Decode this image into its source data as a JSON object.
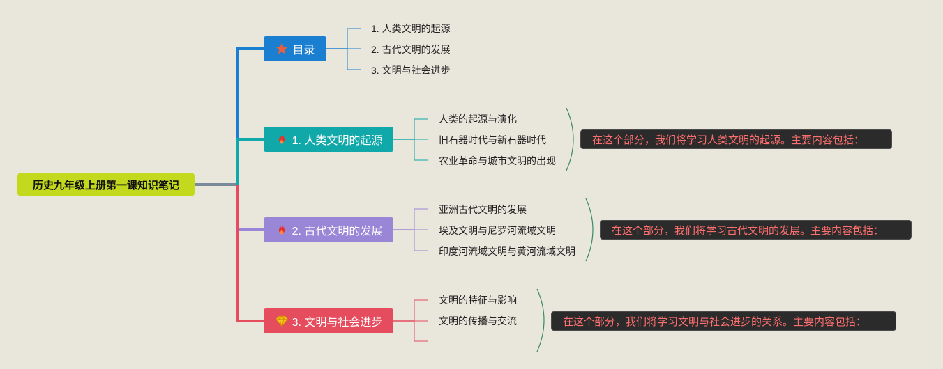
{
  "colors": {
    "background": "#e9e6dc",
    "root": "#c3d91e",
    "branch_toc": "#1a7fd0",
    "branch_1": "#10a8a8",
    "branch_2": "#9a86d6",
    "branch_3": "#e54c5e",
    "note_bg": "#2b2b2b",
    "note_text": "#ff6f6f"
  },
  "root": {
    "label": "历史九年级上册第一课知识笔记"
  },
  "branches": [
    {
      "label": "目录",
      "icon": "star-icon",
      "items": [
        "1. 人类文明的起源",
        "2. 古代文明的发展",
        "3. 文明与社会进步"
      ]
    },
    {
      "label": "1. 人类文明的起源",
      "icon": "fire-icon",
      "items": [
        "人类的起源与演化",
        "旧石器时代与新石器时代",
        "农业革命与城市文明的出现"
      ],
      "note": "在这个部分，我们将学习人类文明的起源。主要内容包括："
    },
    {
      "label": "2. 古代文明的发展",
      "icon": "fire-icon",
      "items": [
        "亚洲古代文明的发展",
        "埃及文明与尼罗河流域文明",
        "印度河流域文明与黄河流域文明"
      ],
      "note": "在这个部分，我们将学习古代文明的发展。主要内容包括："
    },
    {
      "label": "3. 文明与社会进步",
      "icon": "gem-icon",
      "items": [
        "文明的特征与影响",
        "文明的传播与交流",
        ""
      ],
      "note": "在这个部分，我们将学习文明与社会进步的关系。主要内容包括："
    }
  ]
}
